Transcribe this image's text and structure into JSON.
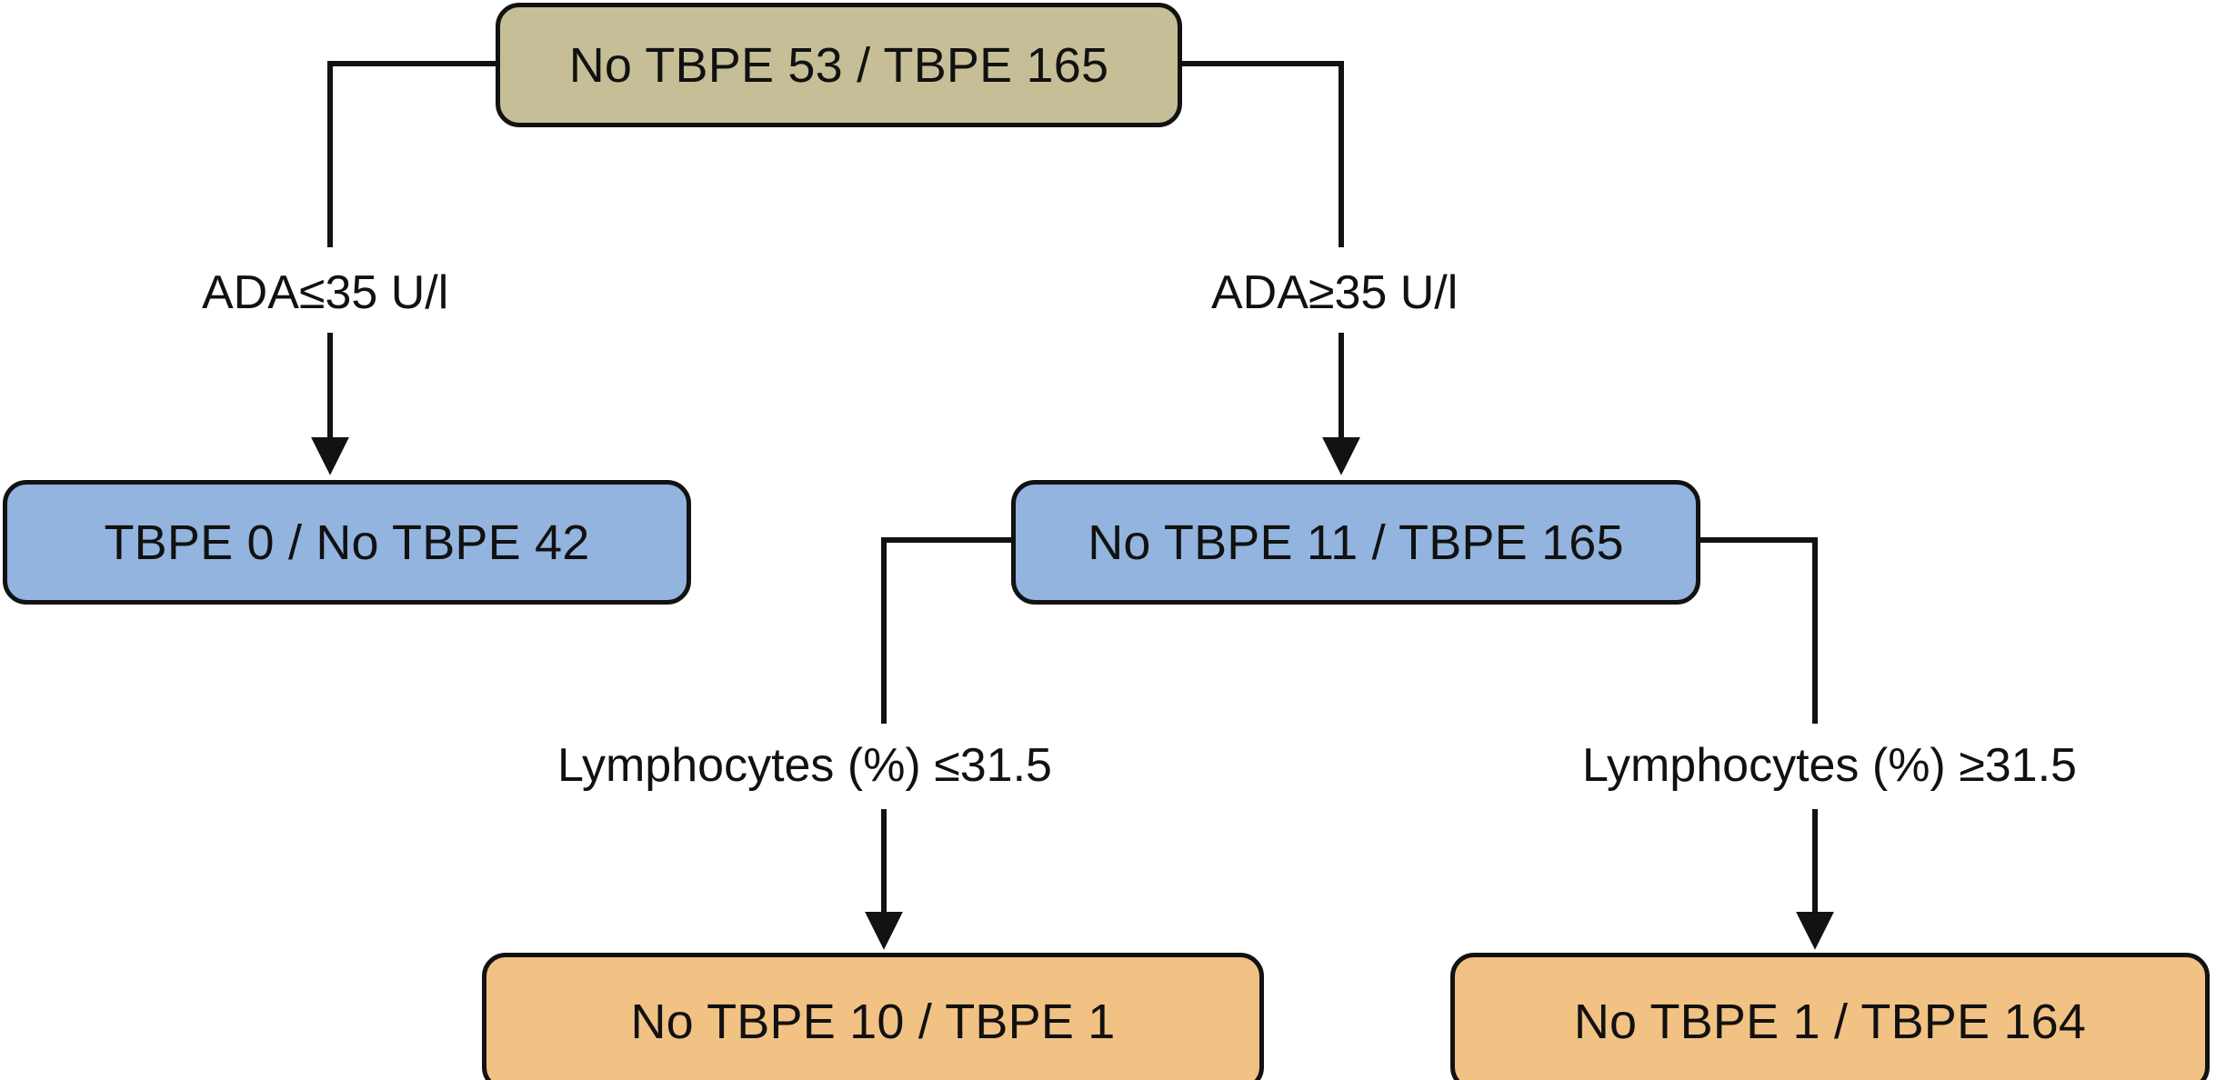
{
  "diagram": {
    "title": "TBPE classification decision tree",
    "type": "decision-tree",
    "colors": {
      "root_fill": "#c6be96",
      "decision_fill": "#92b4de",
      "leaf_fill": "#f1c283",
      "stroke": "#121212",
      "text": "#111111",
      "background": "#ffffff"
    },
    "nodes": [
      {
        "id": "root",
        "label": "No TBPE 53 / TBPE 165",
        "role": "root",
        "fill": "#c6be96"
      },
      {
        "id": "ada-low-leaf",
        "label": "TBPE 0 / No TBPE 42",
        "role": "leaf",
        "fill": "#92b4de"
      },
      {
        "id": "ada-high-node",
        "label": "No TBPE 11 / TBPE 165",
        "role": "decision",
        "fill": "#92b4de"
      },
      {
        "id": "lymph-low-leaf",
        "label": "No TBPE 10 / TBPE 1",
        "role": "leaf",
        "fill": "#f1c283"
      },
      {
        "id": "lymph-high-leaf",
        "label": "No TBPE 1 / TBPE 164",
        "role": "leaf",
        "fill": "#f1c283"
      }
    ],
    "edges": [
      {
        "id": "edge-ada-low",
        "from": "root",
        "to": "ada-low-leaf",
        "label": "ADA≤35 U/l"
      },
      {
        "id": "edge-ada-high",
        "from": "root",
        "to": "ada-high-node",
        "label": "ADA≥35 U/l"
      },
      {
        "id": "edge-lymph-low",
        "from": "ada-high-node",
        "to": "lymph-low-leaf",
        "label": "Lymphocytes (%) ≤31.5"
      },
      {
        "id": "edge-lymph-high",
        "from": "ada-high-node",
        "to": "lymph-high-leaf",
        "label": "Lymphocytes (%) ≥31.5"
      }
    ]
  }
}
